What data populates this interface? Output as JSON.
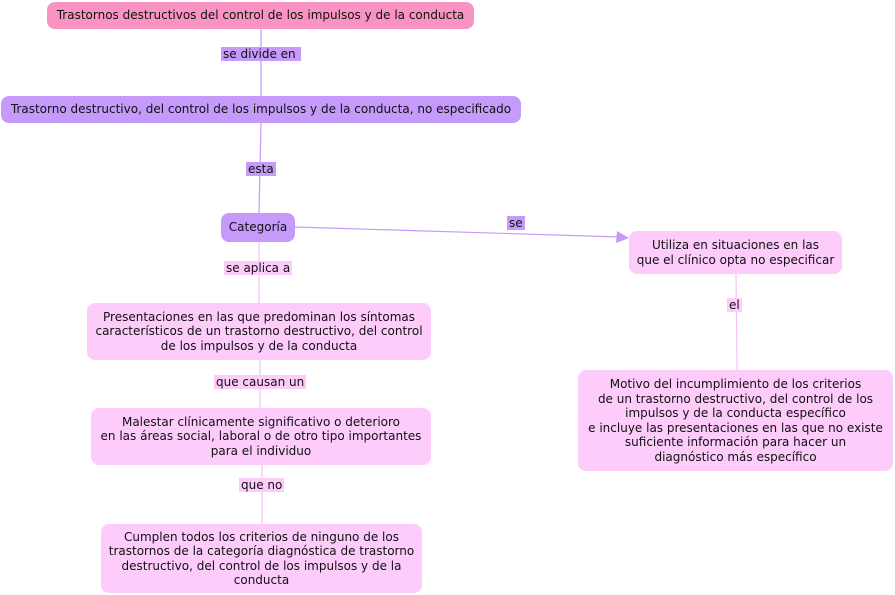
{
  "nodes": {
    "root": "Trastornos destructivos del control de los impulsos y de la conducta",
    "unspecified": "Trastorno destructivo, del control de los impulsos y de la conducta, no especificado",
    "category": "Categoría",
    "usage": "Utiliza en situaciones en las\nque el clínico opta no especificar",
    "reason": "Motivo del incumplimiento de los criterios\n de un trastorno destructivo, del control de los\nimpulsos y de la conducta específico\ne incluye las presentaciones en las que no existe\nsuficiente información para hacer un\ndiagnóstico más específico",
    "presentations": "Presentaciones en las que predominan los síntomas\ncaracterísticos de un trastorno destructivo, del control\nde los impulsos y de la conducta",
    "distress": "Malestar clínicamente significativo o deterioro\nen las áreas social, laboral o de otro tipo importantes\npara el individuo",
    "criteria": "Cumplen todos los criterios de ninguno de los\ntrastornos de la categoría diagnóstica de trastorno\ndestructivo, del control de los impulsos y de la\nconducta"
  },
  "links": {
    "se_divide_en": "se divide en ",
    "esta": "esta",
    "se": "se",
    "se_aplica_a": "se aplica a",
    "que_causan_un": "que causan un",
    "que_no": "que no",
    "el": "el"
  },
  "colors": {
    "root": "#f993c4",
    "purple": "#c59afb",
    "light": "#fdccfb",
    "line_purple": "#c59afb",
    "line_light": "#f6c2f4"
  }
}
